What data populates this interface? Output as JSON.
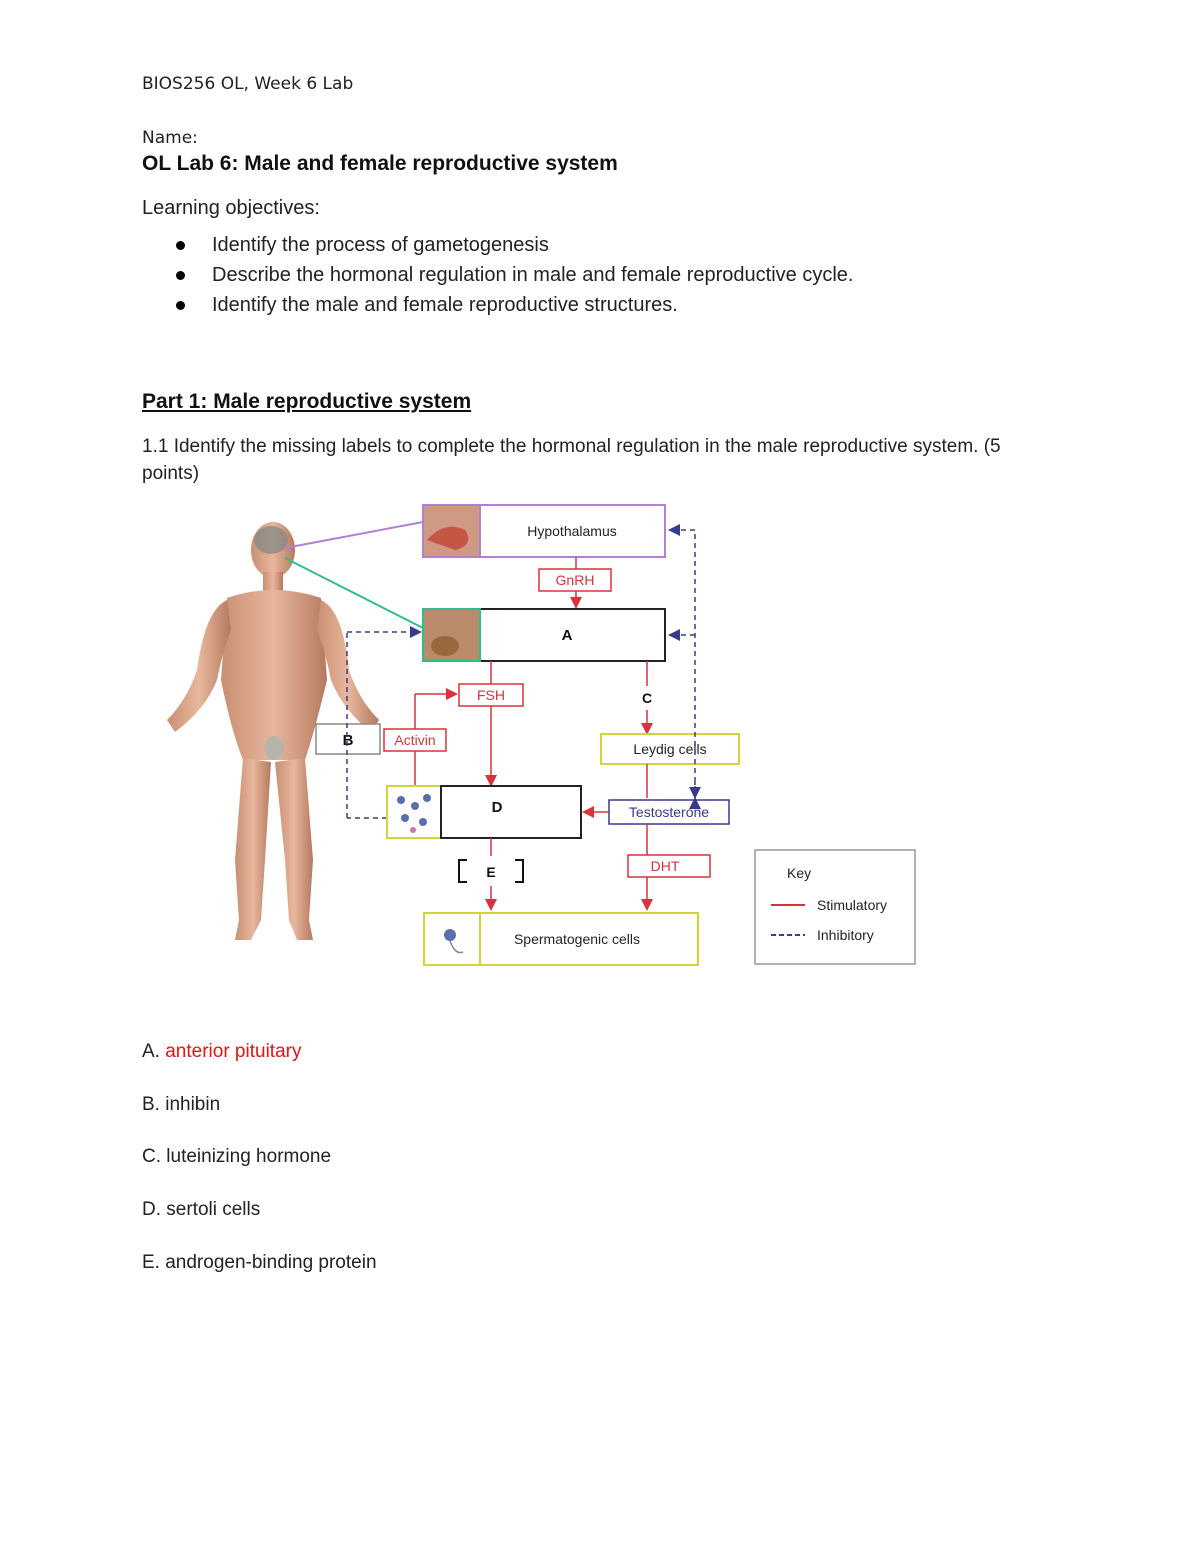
{
  "header": {
    "course": "BIOS256 OL, Week 6 Lab",
    "name_label": "Name:"
  },
  "title": "OL Lab 6: Male and female reproductive system",
  "objectives": {
    "heading": "Learning objectives:",
    "items": [
      "Identify the process of gametogenesis",
      "Describe the hormonal regulation in male and female reproductive cycle.",
      "Identify the male and female reproductive structures."
    ]
  },
  "part1": {
    "heading": "Part 1: Male reproductive system",
    "question": "1.1 Identify the missing labels to complete the hormonal regulation in the male reproductive system. (5 points)"
  },
  "diagram": {
    "hypothalamus": "Hypothalamus",
    "gnrh": "GnRH",
    "label_a": "A",
    "fsh": "FSH",
    "label_c": "C",
    "label_b": "B",
    "activin": "Activin",
    "leydig": "Leydig cells",
    "label_d": "D",
    "testosterone": "Testosterone",
    "label_e": "E",
    "dht": "DHT",
    "spermatogenic": "Spermatogenic cells",
    "key_title": "Key",
    "key_stimulatory": "Stimulatory",
    "key_inhibitory": "Inhibitory",
    "colors": {
      "stimulatory": "#d8323c",
      "inhibitory": "#3a3a8c",
      "hypothalamus_border": "#b27fd6",
      "pituitary_border": "#2fbf8c",
      "yellow_border": "#d4d43a"
    }
  },
  "answers": [
    {
      "letter": "A.",
      "value": "anterior pituitary"
    },
    {
      "letter": "B.",
      "value": "inhibin"
    },
    {
      "letter": "C.",
      "value": "luteinizing hormone"
    },
    {
      "letter": "D.",
      "value": "sertoli cells"
    },
    {
      "letter": "E.",
      "value": "androgen-binding protein"
    }
  ]
}
